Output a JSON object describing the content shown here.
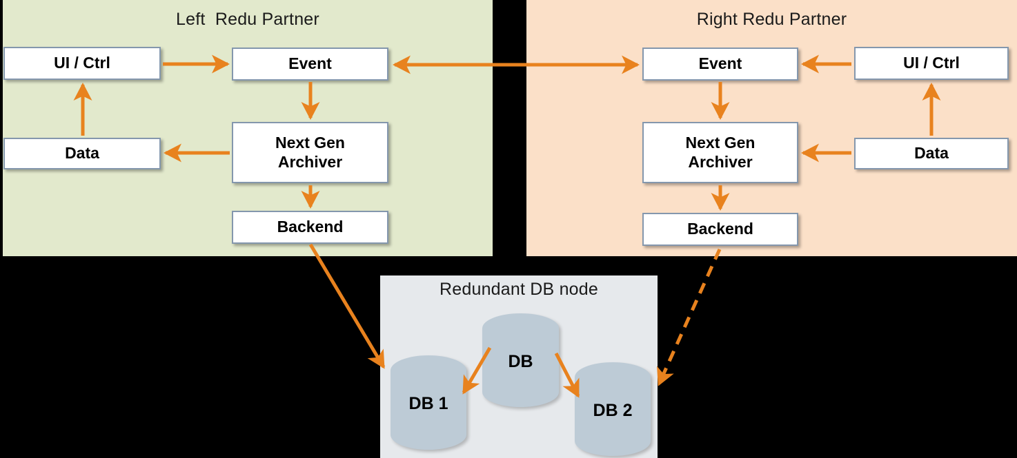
{
  "accent_color": "#e8821e",
  "panels": [
    {
      "key": "left",
      "title": "Left  Redu Partner",
      "background": "#e2e9cc",
      "nodes": [
        {
          "key": "ui",
          "label": "UI / Ctrl"
        },
        {
          "key": "event",
          "label": "Event"
        },
        {
          "key": "data",
          "label": "Data"
        },
        {
          "key": "archiver",
          "label": "Next Gen\nArchiver",
          "line1": "Next Gen",
          "line2": "Archiver"
        },
        {
          "key": "backend",
          "label": "Backend"
        }
      ]
    },
    {
      "key": "right",
      "title": "Right Redu Partner",
      "background": "#fbe0c8",
      "nodes": [
        {
          "key": "event",
          "label": "Event"
        },
        {
          "key": "ui",
          "label": "UI / Ctrl"
        },
        {
          "key": "archiver",
          "label": "Next Gen\nArchiver",
          "line1": "Next Gen",
          "line2": "Archiver"
        },
        {
          "key": "data",
          "label": "Data"
        },
        {
          "key": "backend",
          "label": "Backend"
        }
      ]
    },
    {
      "key": "db",
      "title": "Redundant DB node",
      "background": "#e6e9ec",
      "cylinders": [
        {
          "key": "db1",
          "label": "DB 1"
        },
        {
          "key": "dbc",
          "label": "DB"
        },
        {
          "key": "db2",
          "label": "DB 2"
        }
      ]
    }
  ],
  "left_panel": {
    "title": "Left  Redu Partner",
    "ui_label": "UI / Ctrl",
    "event_label": "Event",
    "data_label": "Data",
    "archiver_line1": "Next Gen",
    "archiver_line2": "Archiver",
    "backend_label": "Backend"
  },
  "right_panel": {
    "title": "Right Redu Partner",
    "ui_label": "UI / Ctrl",
    "event_label": "Event",
    "data_label": "Data",
    "archiver_line1": "Next Gen",
    "archiver_line2": "Archiver",
    "backend_label": "Backend"
  },
  "db_panel": {
    "title": "Redundant DB node",
    "db1_label": "DB 1",
    "db_center_label": "DB",
    "db2_label": "DB 2"
  },
  "connections": [
    {
      "name": "left-ui-to-event",
      "style": "solid",
      "arrows": "end"
    },
    {
      "name": "left-event-to-archiver",
      "style": "solid",
      "arrows": "end"
    },
    {
      "name": "left-archiver-to-data",
      "style": "solid",
      "arrows": "end"
    },
    {
      "name": "left-data-to-ui",
      "style": "solid",
      "arrows": "end"
    },
    {
      "name": "left-archiver-to-backend",
      "style": "solid",
      "arrows": "end"
    },
    {
      "name": "left-event-to-right-event",
      "style": "solid",
      "arrows": "both"
    },
    {
      "name": "right-ui-to-event",
      "style": "solid",
      "arrows": "end"
    },
    {
      "name": "right-event-to-archiver",
      "style": "solid",
      "arrows": "end"
    },
    {
      "name": "right-data-to-archiver",
      "style": "solid",
      "arrows": "end"
    },
    {
      "name": "right-data-to-ui",
      "style": "solid",
      "arrows": "end"
    },
    {
      "name": "right-archiver-to-backend",
      "style": "solid",
      "arrows": "end"
    },
    {
      "name": "left-backend-to-db",
      "style": "solid",
      "arrows": "end"
    },
    {
      "name": "right-backend-to-db",
      "style": "dashed",
      "arrows": "end"
    },
    {
      "name": "db-to-db1",
      "style": "solid",
      "arrows": "end"
    },
    {
      "name": "db-to-db2",
      "style": "solid",
      "arrows": "end"
    }
  ]
}
